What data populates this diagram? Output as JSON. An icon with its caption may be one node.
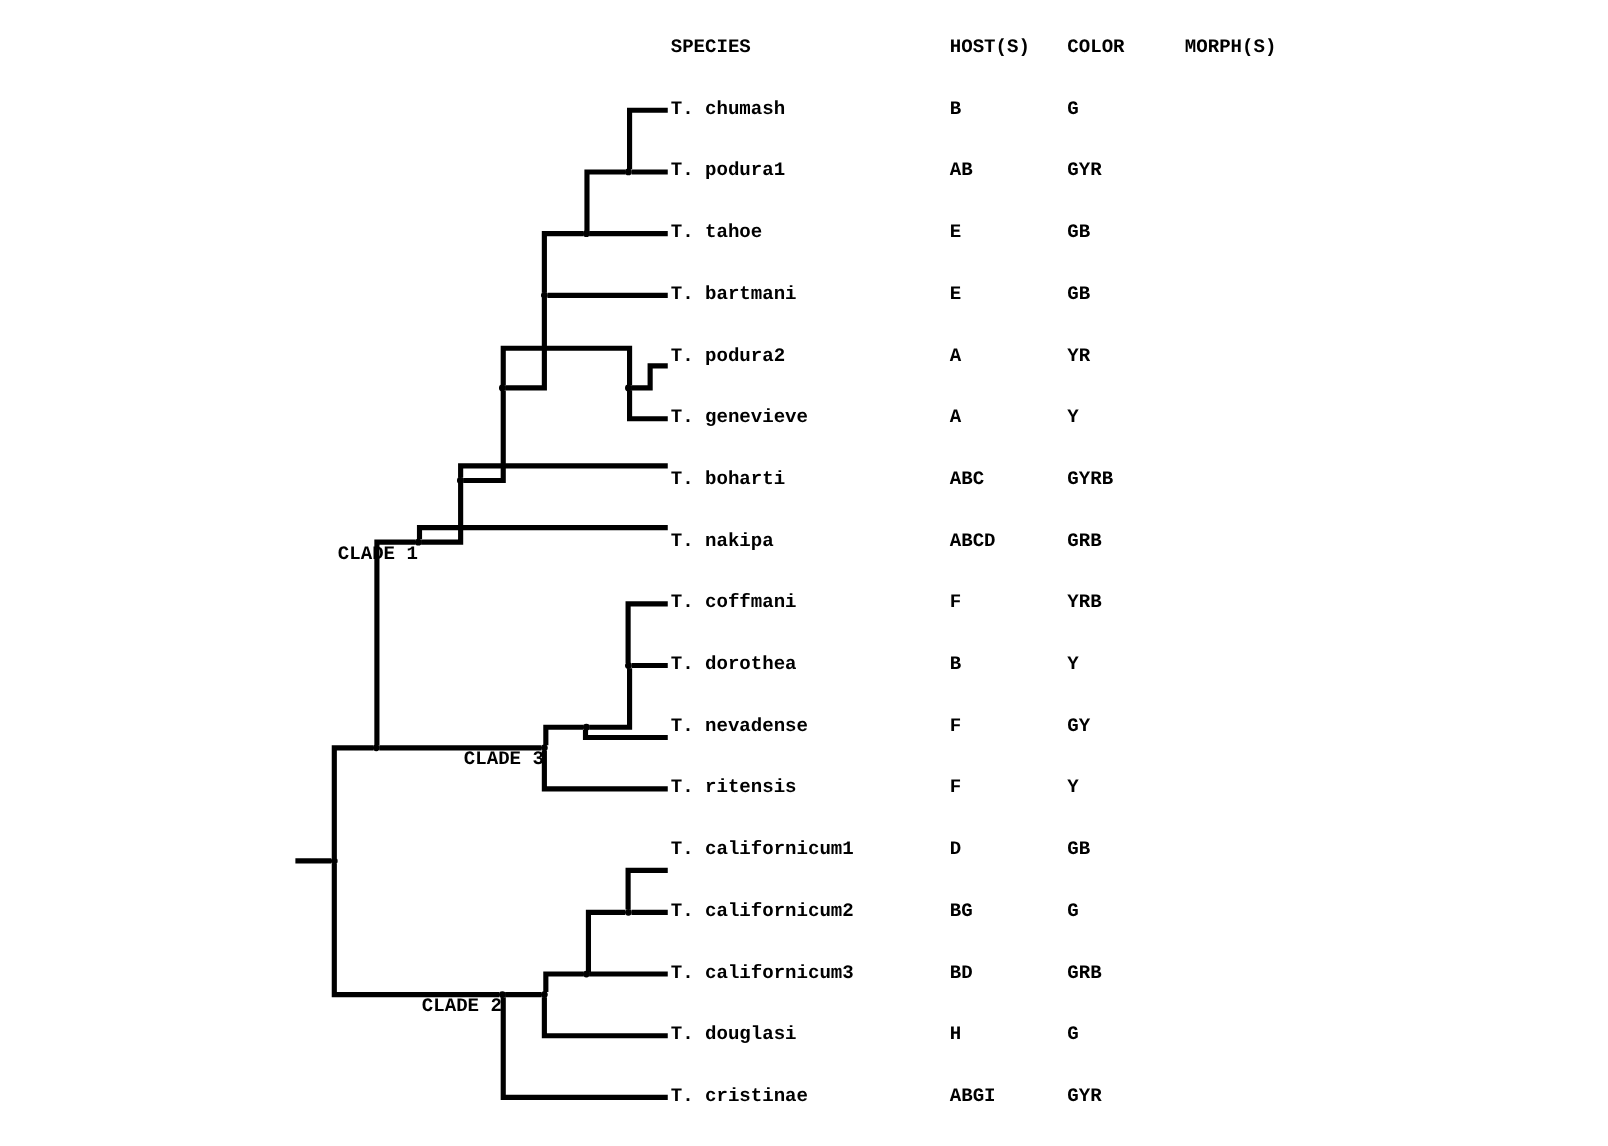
{
  "diagram": {
    "nodes": [
      {
        "text": [
          "T. chumash"
        ],
        "beside": [
          "B",
          "G"
        ]
      },
      {
        "text": [
          "T. podura1"
        ],
        "beside": [
          "AB",
          "GYR"
        ]
      },
      {
        "text": [
          "T. tahoe"
        ],
        "beside": [
          "E",
          "GB"
        ]
      },
      {
        "text": [
          "T. bartmani"
        ],
        "beside": [
          "E",
          "GB"
        ]
      },
      {
        "text": [
          "T. podura2"
        ],
        "beside": [
          "A",
          "YR"
        ]
      },
      {
        "text": [
          "T. genevieve"
        ],
        "beside": [
          "A",
          "Y"
        ]
      },
      {
        "text": [
          "T. boharti"
        ],
        "beside": [
          "ABC",
          "GYRB"
        ]
      },
      {
        "text": [
          "T. nakipa"
        ],
        "beside": [
          "ABCD",
          "GRB"
        ]
      },
      {
        "text": [
          "T. coffmani"
        ],
        "beside": [
          "F",
          "YRB"
        ]
      },
      {
        "text": [
          "T. dorothea"
        ],
        "beside": [
          "B",
          "Y"
        ]
      },
      {
        "text": [
          "T. nevadense"
        ],
        "beside": [
          "F",
          "GY"
        ]
      },
      {
        "text": [
          "T. ritensis"
        ],
        "beside": [
          "F",
          "Y"
        ]
      },
      {
        "text": [
          "T. californicum1"
        ],
        "beside": [
          "D",
          "GB"
        ]
      },
      {
        "text": [
          "T. californicum2"
        ],
        "beside": [
          "BG",
          "G"
        ]
      },
      {
        "text": [
          "T. californicum3"
        ],
        "beside": [
          "BD",
          "GRB"
        ]
      },
      {
        "text": [
          "T. douglasi"
        ],
        "beside": [
          "H",
          "G"
        ]
      },
      {
        "text": [
          "T. cristinae"
        ],
        "beside": [
          "ABGI",
          "GYR"
        ]
      },
      {
        "text": [],
        "shape": "point"
      },
      {
        "text": [],
        "shape": "point"
      },
      {
        "text": [],
        "shape": "point",
        "beside": [
          "CLADE 1"
        ]
      },
      {
        "text": [],
        "shape": "point"
      },
      {
        "text": [],
        "shape": "point"
      },
      {
        "text": [],
        "shape": "point"
      },
      {
        "text": [],
        "shape": "point"
      },
      {
        "text": [],
        "shape": "point"
      },
      {
        "text": [],
        "shape": "point"
      },
      {
        "text": [],
        "shape": "point",
        "beside": [
          "CLADE 3"
        ]
      },
      {
        "text": [],
        "shape": "point"
      },
      {
        "text": [],
        "shape": "point"
      },
      {
        "text": [],
        "shape": "point",
        "beside": [
          "CLADE 2"
        ]
      },
      {
        "text": [],
        "shape": "point"
      },
      {
        "text": [],
        "shape": "point"
      },
      {
        "text": [],
        "shape": "point"
      }
    ],
    "edges": [
      {
        "from": null,
        "to": 17,
        "arrow": "none"
      },
      {
        "from": 17,
        "to": 18,
        "arrow": "none"
      },
      {
        "from": 18,
        "to": 19,
        "arrow": "none"
      },
      {
        "from": 19,
        "to": 20,
        "arrow": "none"
      },
      {
        "from": 20,
        "to": 21,
        "arrow": "none"
      },
      {
        "from": 21,
        "to": 22,
        "arrow": "none"
      },
      {
        "from": 22,
        "to": 23,
        "arrow": "none"
      },
      {
        "from": 23,
        "to": 24,
        "arrow": "none"
      },
      {
        "from": 24,
        "to": 0,
        "arrow": "none"
      },
      {
        "from": 24,
        "to": 1,
        "arrow": "none"
      },
      {
        "from": 23,
        "to": 2,
        "arrow": "none"
      },
      {
        "from": 22,
        "to": 3,
        "arrow": "none"
      },
      {
        "from": 21,
        "to": 25,
        "arrow": "none"
      },
      {
        "from": 25,
        "to": 4,
        "arrow": "none"
      },
      {
        "from": 25,
        "to": 5,
        "arrow": "none"
      },
      {
        "from": 20,
        "to": 6,
        "arrow": "none"
      },
      {
        "from": 19,
        "to": 7,
        "arrow": "none"
      },
      {
        "from": 18,
        "to": 26,
        "arrow": "none"
      },
      {
        "from": 26,
        "to": 27,
        "arrow": "none"
      },
      {
        "from": 27,
        "to": 28,
        "arrow": "none"
      },
      {
        "from": 28,
        "to": 8,
        "arrow": "none"
      },
      {
        "from": 28,
        "to": 9,
        "arrow": "none"
      },
      {
        "from": 27,
        "to": 10,
        "arrow": "none"
      },
      {
        "from": 26,
        "to": 11,
        "arrow": "none"
      },
      {
        "from": 17,
        "to": 29,
        "arrow": "none"
      },
      {
        "from": 29,
        "to": 30,
        "arrow": "none"
      },
      {
        "from": 30,
        "to": 31,
        "arrow": "none"
      },
      {
        "from": 31,
        "to": 32,
        "arrow": "none"
      },
      {
        "from": 32,
        "to": 12,
        "arrow": "none"
      },
      {
        "from": 32,
        "to": 13,
        "arrow": "none"
      },
      {
        "from": 31,
        "to": 14,
        "arrow": "none"
      },
      {
        "from": 30,
        "to": 15,
        "arrow": "none"
      },
      {
        "from": 29,
        "to": 16,
        "arrow": "none"
      }
    ],
    "labels": [
      "SPECIES",
      "HOST(S)",
      "COLOR",
      "MORPH(S)"
    ]
  }
}
